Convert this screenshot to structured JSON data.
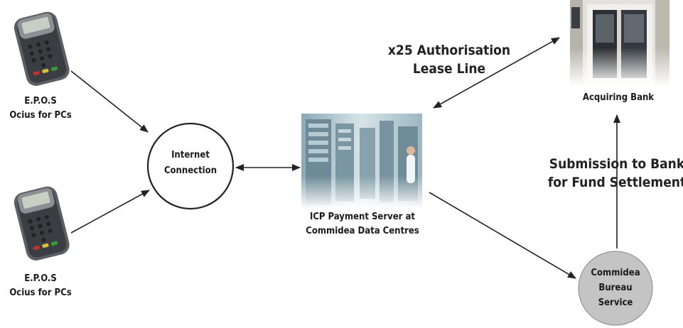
{
  "nodes": {
    "epos_top": {
      "line1": "E.P.O.S",
      "line2": "Ocius for PCs"
    },
    "epos_bottom": {
      "line1": "E.P.O.S",
      "line2": "Ocius for PCs"
    },
    "internet": {
      "line1": "Internet",
      "line2": "Connection"
    },
    "server": {
      "line1": "ICP Payment Server at",
      "line2": "Commidea Data Centres"
    },
    "bank": {
      "label": "Acquiring Bank"
    },
    "bureau": {
      "line1": "Commidea",
      "line2": "Bureau",
      "line3": "Service"
    }
  },
  "edges": {
    "x25": {
      "line1": "x25 Authorisation",
      "line2": "Lease Line"
    },
    "submission": {
      "line1": "Submission to Bank",
      "line2": "for Fund Settlement"
    }
  },
  "colors": {
    "stroke": "#222222",
    "bureau_fill": "#c4c4c4",
    "server_tint": "#9fb9c4"
  },
  "icons": {
    "epos": "card-terminal-icon",
    "server": "server-room-photo",
    "bank": "bank-entrance-photo"
  }
}
